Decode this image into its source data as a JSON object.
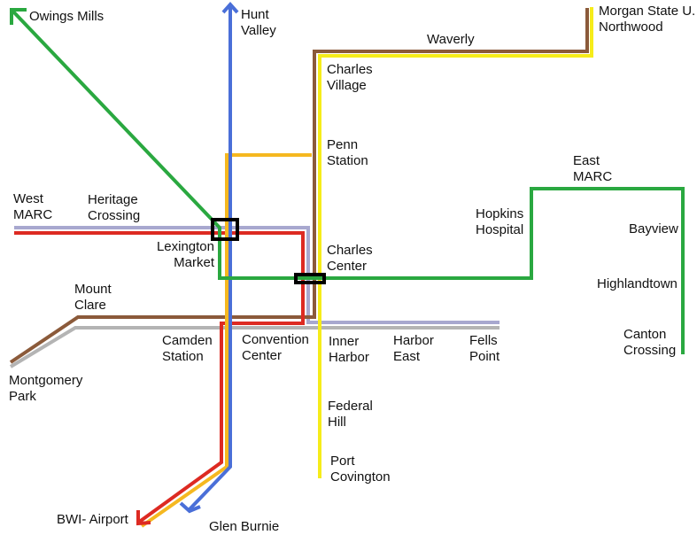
{
  "colors": {
    "green": "#2aa840",
    "blue": "#4a6fd8",
    "red": "#dd2a22",
    "orange": "#f5b820",
    "yellow": "#f6ec1a",
    "brown": "#8b5a3a",
    "lavender": "#a8a8cf",
    "gray": "#b4b4b4",
    "transfer": "#000000"
  },
  "lines": [
    "green",
    "blue",
    "red",
    "orange",
    "yellow",
    "brown",
    "lavender",
    "gray"
  ],
  "stations": {
    "owings_mills": "Owings Mills",
    "hunt_valley": "Hunt\nValley",
    "morgan_state": "Morgan State U.\nNorthwood",
    "waverly": "Waverly",
    "charles_village": "Charles\nVillage",
    "penn_station": "Penn\nStation",
    "east_marc": "East\nMARC",
    "west_marc": "West\nMARC",
    "heritage_crossing": "Heritage\nCrossing",
    "hopkins_hospital": "Hopkins\nHospital",
    "bayview": "Bayview",
    "lexington_market": "Lexington\nMarket",
    "charles_center": "Charles\nCenter",
    "highlandtown": "Highlandtown",
    "mount_clare": "Mount\nClare",
    "camden_station": "Camden\nStation",
    "convention_center": "Convention\nCenter",
    "inner_harbor": "Inner\nHarbor",
    "harbor_east": "Harbor\nEast",
    "fells_point": "Fells\nPoint",
    "canton_crossing": "Canton\nCrossing",
    "montgomery_park": "Montgomery\nPark",
    "federal_hill": "Federal\nHill",
    "port_covington": "Port\nCovington",
    "bwi_airport": "BWI- Airport",
    "glen_burnie": "Glen Burnie"
  }
}
